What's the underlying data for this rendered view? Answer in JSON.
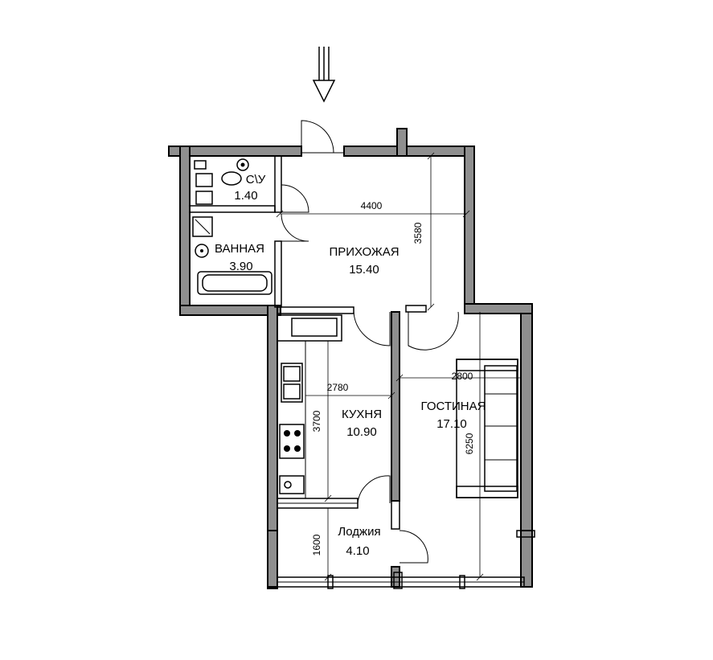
{
  "rooms": {
    "toilet": {
      "name": "С\\У",
      "area": "1.40"
    },
    "bath": {
      "name": "ВАННАЯ",
      "area": "3.90"
    },
    "hall": {
      "name": "ПРИХОЖАЯ",
      "area": "15.40"
    },
    "kitchen": {
      "name": "КУХНЯ",
      "area": "10.90"
    },
    "living": {
      "name": "ГОСТИНАЯ",
      "area": "17.10"
    },
    "loggia": {
      "name": "Лоджия",
      "area": "4.10"
    }
  },
  "dimensions": {
    "hall_width": "4400",
    "hall_depth": "3580",
    "kitchen_width": "2780",
    "kitchen_depth": "3700",
    "living_width": "2800",
    "living_depth": "6250",
    "loggia_depth": "1600"
  }
}
